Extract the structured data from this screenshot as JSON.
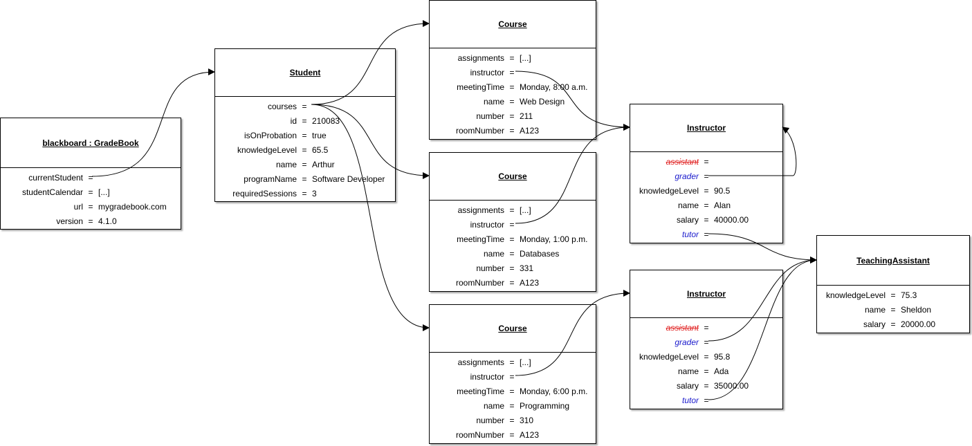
{
  "gradebook": {
    "title": "blackboard : GradeBook",
    "fields": [
      {
        "key": "currentStudent",
        "value": ""
      },
      {
        "key": "studentCalendar",
        "value": "[...]"
      },
      {
        "key": "url",
        "value": "mygradebook.com"
      },
      {
        "key": "version",
        "value": "4.1.0"
      }
    ]
  },
  "student": {
    "title": "Student",
    "fields": [
      {
        "key": "courses",
        "value": ""
      },
      {
        "key": "id",
        "value": "210083"
      },
      {
        "key": "isOnProbation",
        "value": "true"
      },
      {
        "key": "knowledgeLevel",
        "value": "65.5"
      },
      {
        "key": "name",
        "value": "Arthur"
      },
      {
        "key": "programName",
        "value": "Software Developer"
      },
      {
        "key": "requiredSessions",
        "value": "3"
      }
    ]
  },
  "courses": [
    {
      "title": "Course",
      "fields": [
        {
          "key": "assignments",
          "value": "[...]"
        },
        {
          "key": "instructor",
          "value": ""
        },
        {
          "key": "meetingTime",
          "value": "Monday, 8:00 a.m."
        },
        {
          "key": "name",
          "value": "Web Design"
        },
        {
          "key": "number",
          "value": "211"
        },
        {
          "key": "roomNumber",
          "value": "A123"
        }
      ]
    },
    {
      "title": "Course",
      "fields": [
        {
          "key": "assignments",
          "value": "[...]"
        },
        {
          "key": "instructor",
          "value": ""
        },
        {
          "key": "meetingTime",
          "value": "Monday, 1:00 p.m."
        },
        {
          "key": "name",
          "value": "Databases"
        },
        {
          "key": "number",
          "value": "331"
        },
        {
          "key": "roomNumber",
          "value": "A123"
        }
      ]
    },
    {
      "title": "Course",
      "fields": [
        {
          "key": "assignments",
          "value": "[...]"
        },
        {
          "key": "instructor",
          "value": ""
        },
        {
          "key": "meetingTime",
          "value": "Monday, 6:00 p.m."
        },
        {
          "key": "name",
          "value": "Programming"
        },
        {
          "key": "number",
          "value": "310"
        },
        {
          "key": "roomNumber",
          "value": "A123"
        }
      ]
    }
  ],
  "instructors": [
    {
      "title": "Instructor",
      "fields": [
        {
          "key": "assistant",
          "value": "",
          "style": "removed"
        },
        {
          "key": "grader",
          "value": "",
          "style": "added"
        },
        {
          "key": "knowledgeLevel",
          "value": "90.5"
        },
        {
          "key": "name",
          "value": "Alan"
        },
        {
          "key": "salary",
          "value": "40000.00"
        },
        {
          "key": "tutor",
          "value": "",
          "style": "added"
        }
      ]
    },
    {
      "title": "Instructor",
      "fields": [
        {
          "key": "assistant",
          "value": "",
          "style": "removed"
        },
        {
          "key": "grader",
          "value": "",
          "style": "added"
        },
        {
          "key": "knowledgeLevel",
          "value": "95.8"
        },
        {
          "key": "name",
          "value": "Ada"
        },
        {
          "key": "salary",
          "value": "35000.00"
        },
        {
          "key": "tutor",
          "value": "",
          "style": "added"
        }
      ]
    }
  ],
  "teaching_assistant": {
    "title": "TeachingAssistant",
    "fields": [
      {
        "key": "knowledgeLevel",
        "value": "75.3"
      },
      {
        "key": "name",
        "value": "Sheldon"
      },
      {
        "key": "salary",
        "value": "20000.00"
      }
    ]
  },
  "colors": {
    "removed": "#e02020",
    "added": "#1a1acc",
    "line": "#000000"
  }
}
